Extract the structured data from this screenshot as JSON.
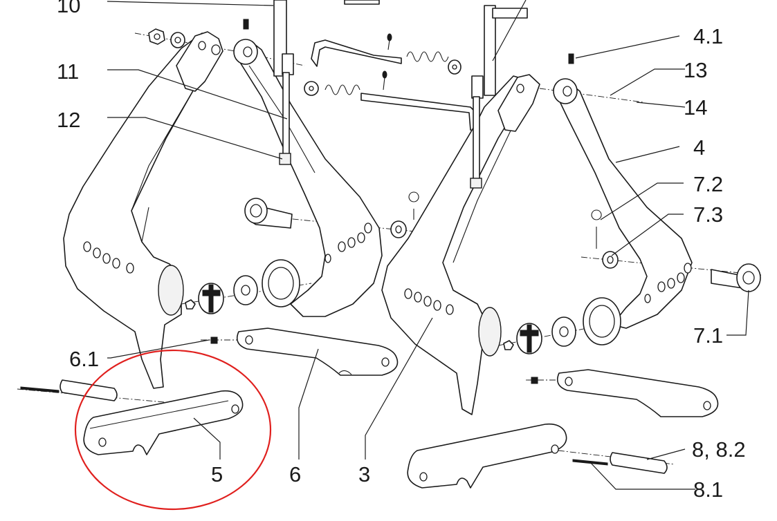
{
  "diagram": {
    "callouts": [
      "10",
      "11",
      "12",
      "6.1",
      "5",
      "6",
      "3",
      "4.1",
      "13",
      "14",
      "4",
      "7.2",
      "7.3",
      "7.1",
      "8, 8.2",
      "8.1"
    ],
    "highlight_color": "#e0201e",
    "line_color": "#1a1a1a",
    "highlighted_part": "5"
  }
}
